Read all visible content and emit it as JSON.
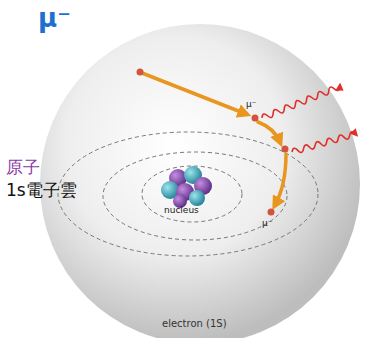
{
  "diagram": {
    "labels": [
      "μ⁻",
      "原子",
      "1s電子雲",
      "μ⁻",
      "μ⁻",
      "nucleus",
      "electron (1S)"
    ]
  }
}
